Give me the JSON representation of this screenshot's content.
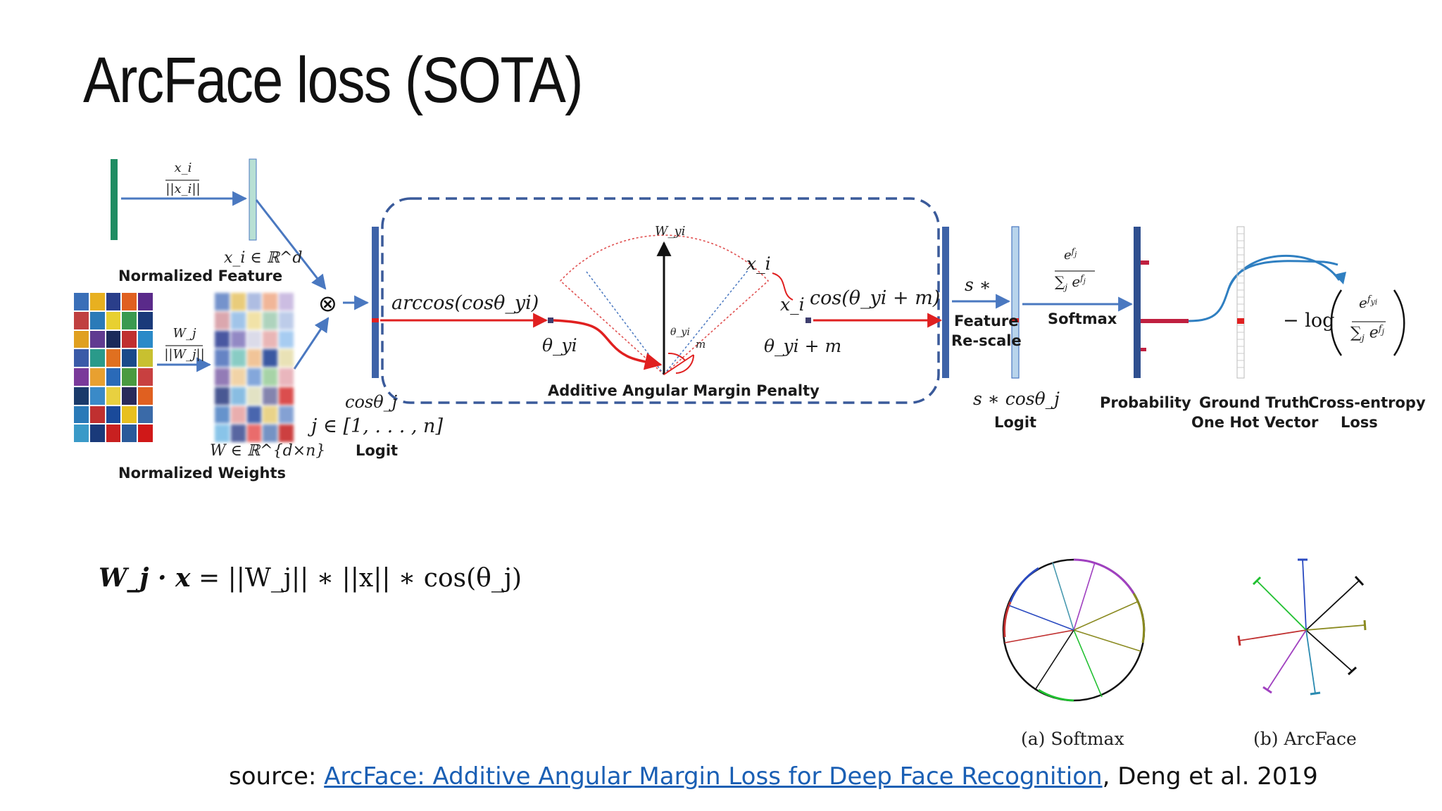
{
  "slide": {
    "title": "ArcFace loss (SOTA)"
  },
  "diagram": {
    "normalized_feature": "Normalized Feature",
    "normalized_weights": "Normalized Weights",
    "feature_norm_frac_num": "x_i",
    "feature_norm_frac_den": "||x_i||",
    "weight_norm_frac_num": "W_j",
    "weight_norm_frac_den": "||W_j||",
    "feature_space": "x_i ∈ ℝ^d",
    "weight_space": "W ∈ ℝ^{d×n}",
    "otimes": "⊗",
    "logit_expr": "cosθ_j",
    "logit_range": "j ∈ [1, . . . , n]",
    "logit_label": "Logit",
    "arccos_expr": "arccos(cosθ_yi)",
    "theta_yi": "θ_yi",
    "theta_yi_m": "θ_yi + m",
    "w_yi": "W_yi",
    "x_i": "x_i",
    "theta_small": "θ_yi",
    "m_small": "m",
    "cos_margin_expr": "cos(θ_yi + m)",
    "margin_penalty": "Additive Angular Margin Penalty",
    "s_star": "s ∗",
    "feature_rescale_line1": "Feature",
    "feature_rescale_line2": "Re-scale",
    "s_cos": "s ∗ cosθ_j",
    "logit2": "Logit",
    "softmax_label": "Softmax",
    "probability": "Probability",
    "ground_truth_line1": "Ground Truth",
    "ground_truth_line2": "One Hot Vector",
    "ce_line1": "Cross-entropy",
    "ce_line2": "Loss",
    "neg_log": "− log"
  },
  "formula": {
    "lhs": "W_j · x",
    "rhs": "= ||W_j|| ∗ ||x|| ∗ cos(θ_j)"
  },
  "figures": {
    "softmax_caption": "(a)  Softmax",
    "arcface_caption": "(b)  ArcFace"
  },
  "source": {
    "prefix": "source: ",
    "link_text": "ArcFace: Additive Angular Margin Loss for Deep Face Recognition",
    "suffix": ", Deng et al. 2019"
  },
  "colors": {
    "arrow_blue": "#4a78c0",
    "red": "#e02020",
    "dashed_box": "#3a5a9a",
    "bar_blue": "#3e63a8",
    "bar_light": "#b8d4ec",
    "green_bar": "#1e8c62",
    "link": "#1a5fb4"
  }
}
